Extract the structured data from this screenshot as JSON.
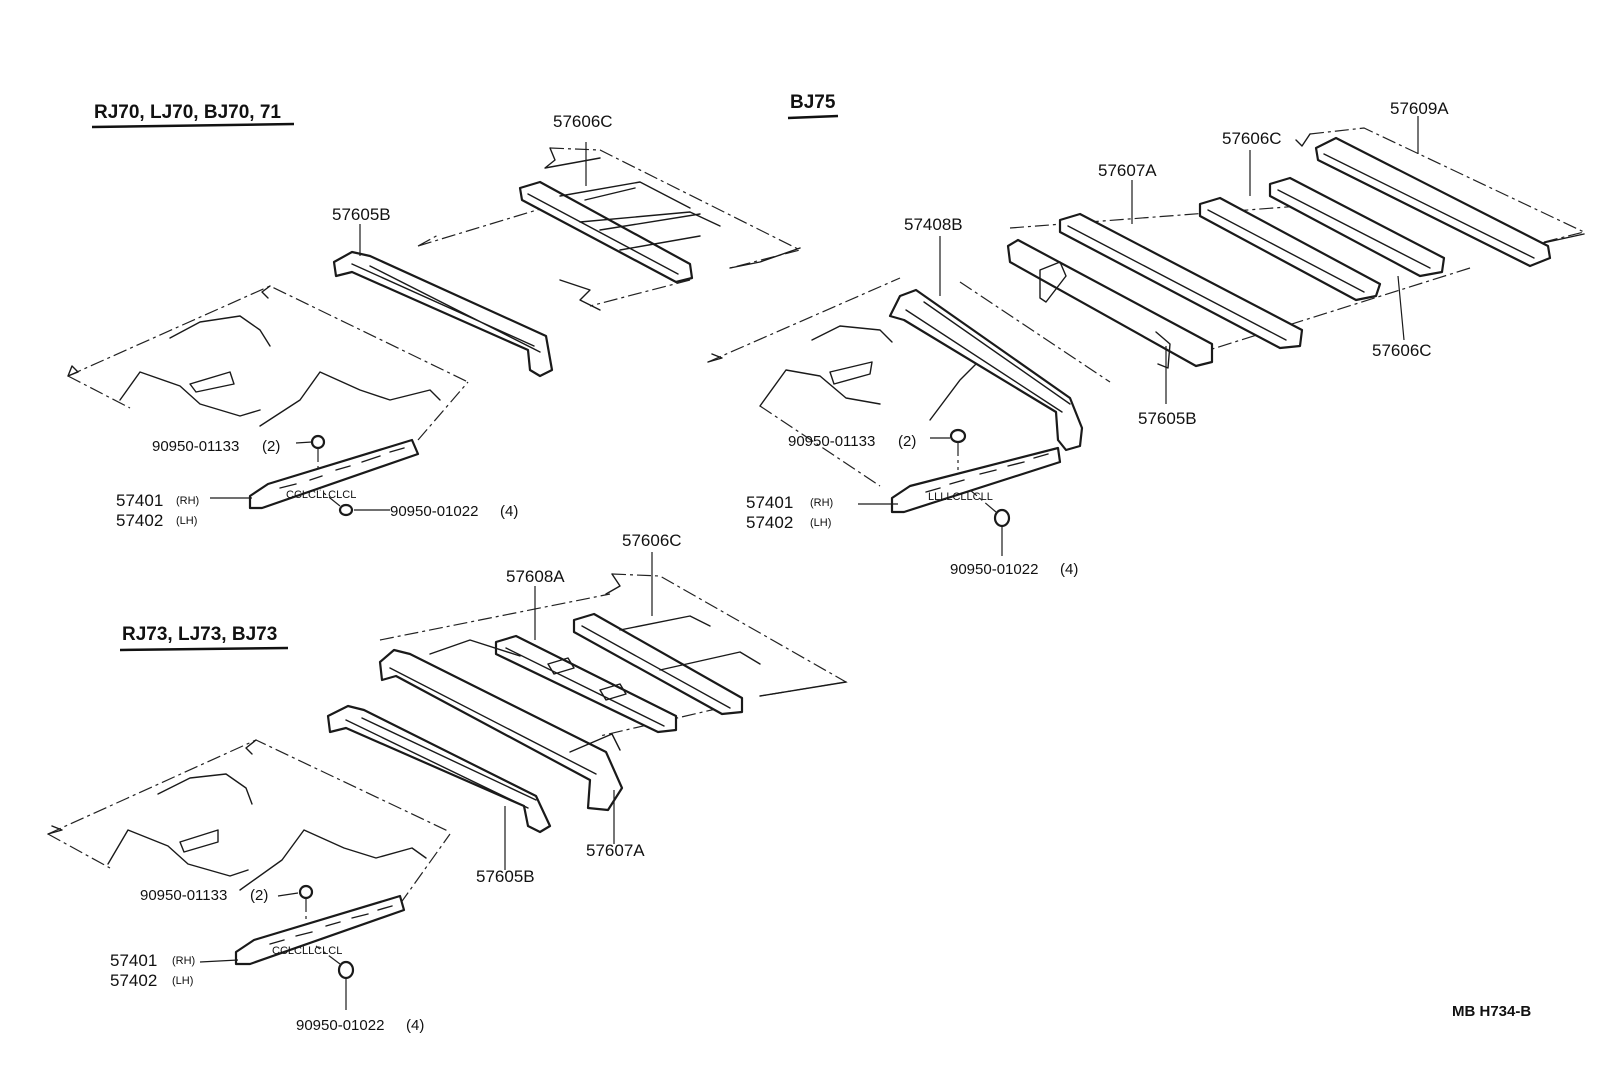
{
  "groups": {
    "g1": {
      "header": "RJ70, LJ70, BJ70, 71",
      "p_57606c": "57606C",
      "p_57605b": "57605B",
      "bolt_2": "90950-01133",
      "bolt_2_qty": "(2)",
      "rail_rh": "57401",
      "rail_rh_side": "(RH)",
      "rail_lh": "57402",
      "rail_lh_side": "(LH)",
      "plug_4": "90950-01022",
      "plug_4_qty": "(4)"
    },
    "g2": {
      "header": "BJ75",
      "p_57609a": "57609A",
      "p_57606c_top": "57606C",
      "p_57607a": "57607A",
      "p_57408b": "57408B",
      "p_57606c_right": "57606C",
      "p_57605b": "57605B",
      "bolt_2": "90950-01133",
      "bolt_2_qty": "(2)",
      "rail_rh": "57401",
      "rail_rh_side": "(RH)",
      "rail_lh": "57402",
      "rail_lh_side": "(LH)",
      "plug_4": "90950-01022",
      "plug_4_qty": "(4)"
    },
    "g3": {
      "header": "RJ73, LJ73, BJ73",
      "p_57606c": "57606C",
      "p_57608a": "57608A",
      "p_57605b": "57605B",
      "p_57607a": "57607A",
      "bolt_2": "90950-01133",
      "bolt_2_qty": "(2)",
      "rail_rh": "57401",
      "rail_rh_side": "(RH)",
      "rail_lh": "57402",
      "rail_lh_side": "(LH)",
      "plug_4": "90950-01022",
      "plug_4_qty": "(4)"
    }
  },
  "footer_code": "MB  H734-B"
}
